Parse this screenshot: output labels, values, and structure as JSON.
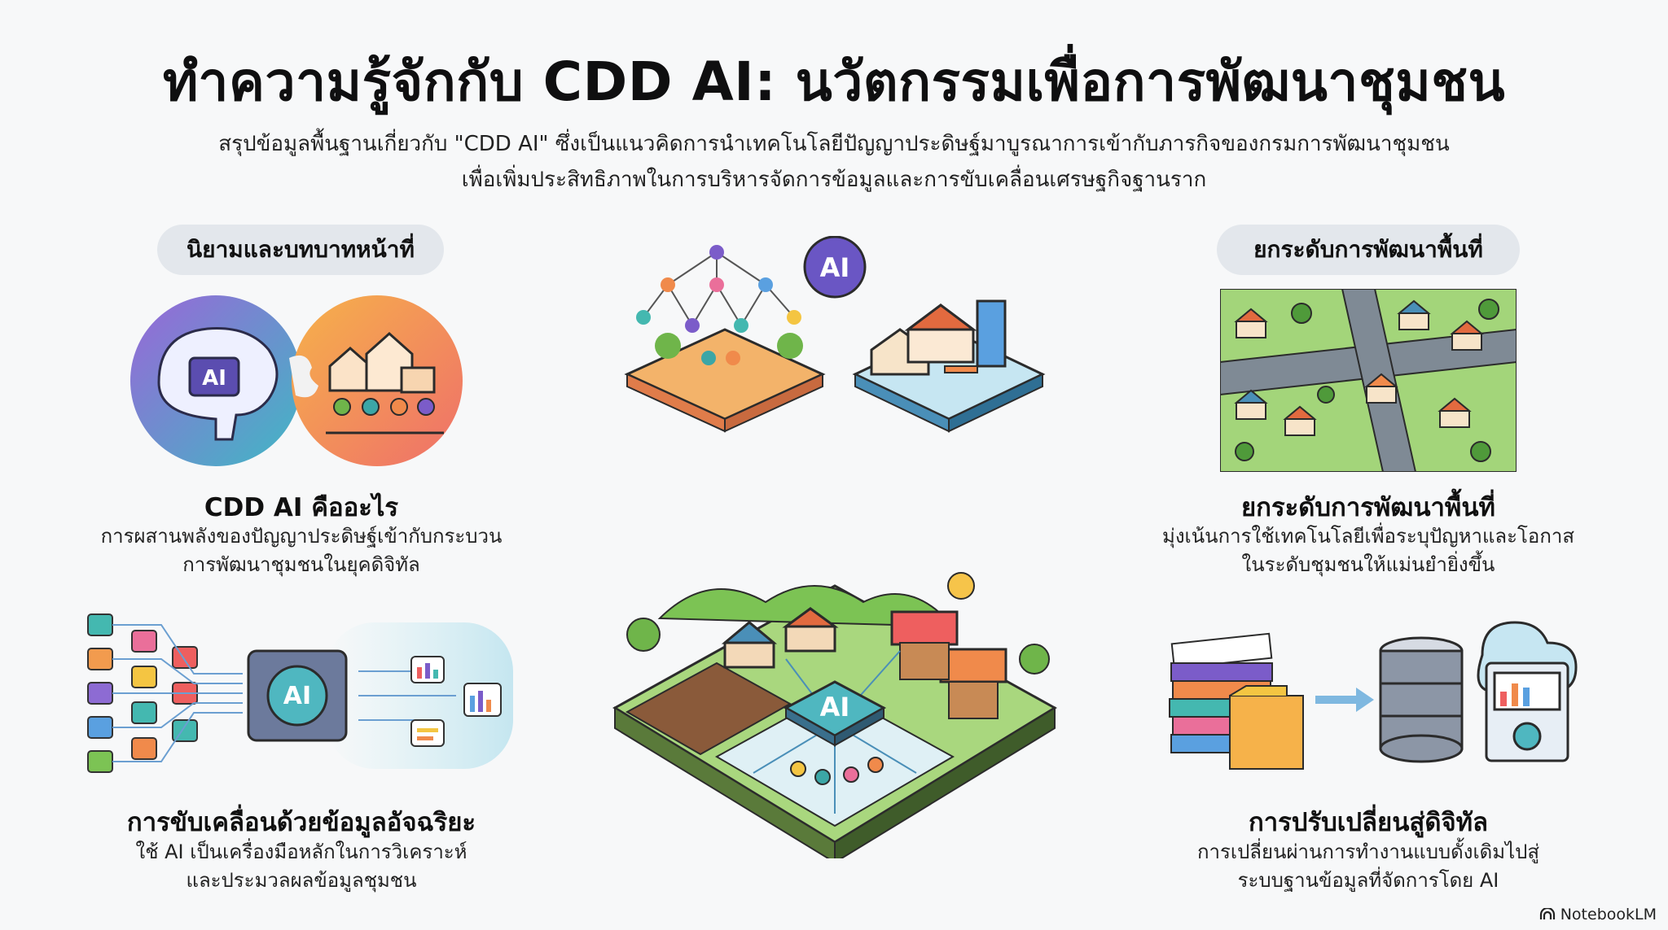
{
  "title": "ทำความรู้จักกับ CDD AI: นวัตกรรมเพื่อการพัฒนาชุมชน",
  "subtitle": {
    "line1": "สรุปข้อมูลพื้นฐานเกี่ยวกับ \"CDD AI\" ซึ่งเป็นแนวคิดการนำเทคโนโลยีปัญญาประดิษฐ์มาบูรณาการเข้ากับภารกิจของกรมการพัฒนาชุมชน",
    "line2": "เพื่อเพิ่มประสิทธิภาพในการบริหารจัดการข้อมูลและการขับเคลื่อนเศรษฐกิจฐานราก"
  },
  "left_pill": "นิยามและบทบาทหน้าที่",
  "right_pill": "ยกระดับการพัฒนาพื้นที่",
  "center_badge": "AI",
  "items": {
    "what_is": {
      "title": "CDD AI คืออะไร",
      "desc1": "การผสานพลังของปัญญาประดิษฐ์เข้ากับกระบวน",
      "desc2": "การพัฒนาชุมชนในยุคดิจิทัล",
      "icon_label": "AI"
    },
    "data_driven": {
      "title": "การขับเคลื่อนด้วยข้อมูลอัจฉริยะ",
      "desc1": "ใช้ AI เป็นเครื่องมือหลักในการวิเคราะห์",
      "desc2": "และประมวลผลข้อมูลชุมชน",
      "icon_label": "AI"
    },
    "area_dev": {
      "title": "ยกระดับการพัฒนาพื้นที่",
      "desc1": "มุ่งเน้นการใช้เทคโนโลยีเพื่อระบุปัญหาและโอกาส",
      "desc2": "ในระดับชุมชนให้แม่นยำยิ่งขึ้น"
    },
    "digital": {
      "title": "การปรับเปลี่ยนสู่ดิจิทัล",
      "desc1": "การเปลี่ยนผ่านการทำงานแบบดั้งเดิมไปสู่",
      "desc2": "ระบบฐานข้อมูลที่จัดการโดย AI"
    }
  },
  "center_chip_label": "AI",
  "footer": "NotebookLM",
  "colors": {
    "pill_bg": "#e3e7ec",
    "purple": "#7b5cc9",
    "orange": "#f08a4b",
    "teal": "#3ba6a6",
    "green": "#6fb54a"
  }
}
